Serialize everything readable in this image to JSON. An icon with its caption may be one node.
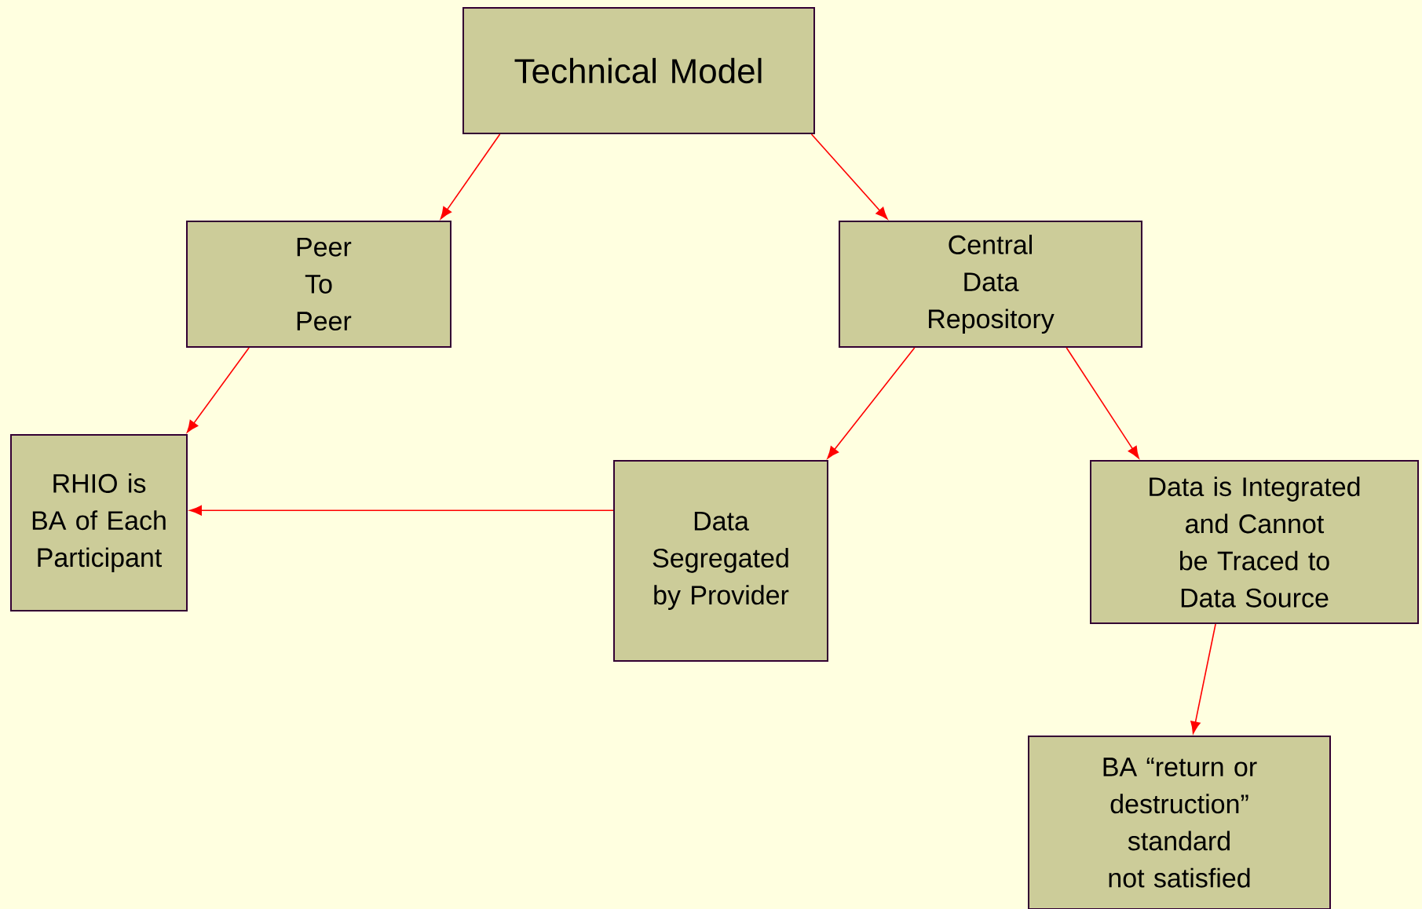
{
  "diagram": {
    "nodes": [
      {
        "text": [
          "Technical Model"
        ]
      },
      {
        "text": [
          "Peer To Peer"
        ]
      },
      {
        "text": [
          "Central Data Repository"
        ]
      },
      {
        "text": [
          "RHIO is BA of Each Participant"
        ]
      },
      {
        "text": [
          "Data Segregated by Provider"
        ]
      },
      {
        "text": [
          "Data is Integrated and Cannot be Traced to Data Source"
        ]
      },
      {
        "text": [
          "BA “return or destruction” standard not satisfied"
        ]
      }
    ],
    "edges": [
      {
        "from": 0,
        "to": 1,
        "arrow": "to"
      },
      {
        "from": 0,
        "to": 2,
        "arrow": "to"
      },
      {
        "from": 1,
        "to": 3,
        "arrow": "to"
      },
      {
        "from": 2,
        "to": 4,
        "arrow": "to"
      },
      {
        "from": 2,
        "to": 5,
        "arrow": "to"
      },
      {
        "from": 4,
        "to": 3,
        "arrow": "to"
      },
      {
        "from": 5,
        "to": 6,
        "arrow": "to"
      }
    ]
  }
}
